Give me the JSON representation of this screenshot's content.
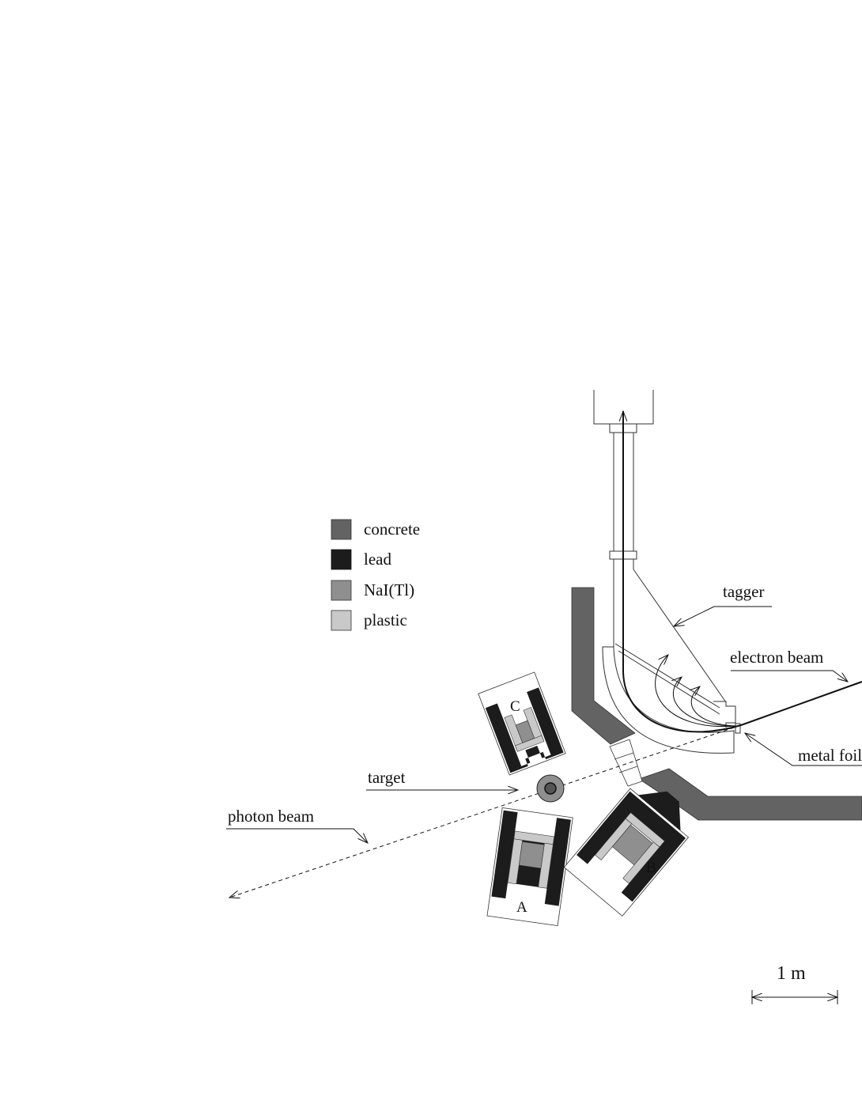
{
  "legend": {
    "items": [
      {
        "label": "concrete",
        "color": "#636363"
      },
      {
        "label": "lead",
        "color": "#1c1c1c"
      },
      {
        "label": "NaI(Tl)",
        "color": "#8f8f8f"
      },
      {
        "label": "plastic",
        "color": "#c9c9c9"
      }
    ]
  },
  "labels": {
    "tagger": "tagger",
    "electron_beam": "electron beam",
    "metal_foil": "metal foil",
    "target": "target",
    "photon_beam": "photon beam",
    "scale": "1 m"
  },
  "detectors": {
    "a": "A",
    "b": "B",
    "c": "C"
  }
}
